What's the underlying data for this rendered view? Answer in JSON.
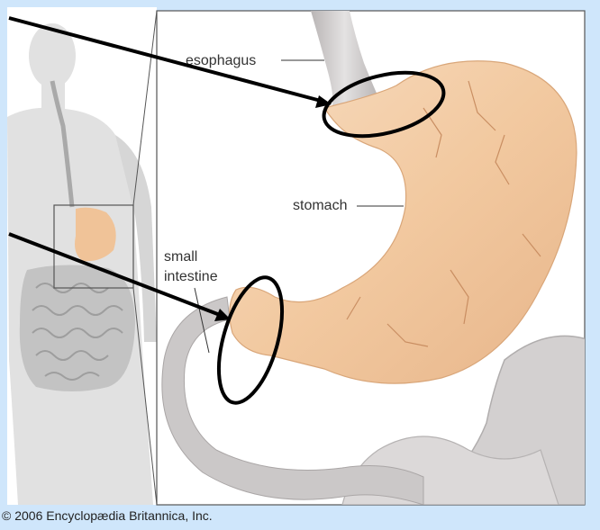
{
  "labels": {
    "esophagus": "esophagus",
    "stomach": "stomach",
    "small_intestine_line1": "small",
    "small_intestine_line2": "intestine"
  },
  "credit": "© 2006 Encyclopædia Britannica, Inc.",
  "colors": {
    "background": "#cfe6fb",
    "panel": "#ffffff",
    "stomach": "#f3cda3",
    "intestine": "#c9c6c6",
    "annotation": "#000000"
  }
}
